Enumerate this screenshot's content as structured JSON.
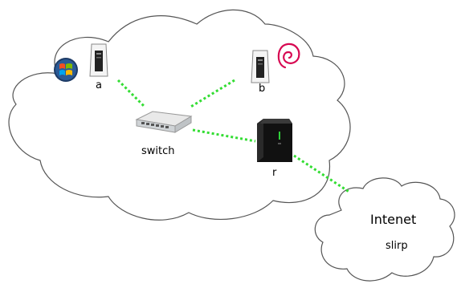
{
  "nodes": {
    "a": {
      "label": "a",
      "os_icon": "windows-logo-icon",
      "device_icon": "desktop-tower-icon"
    },
    "b": {
      "label": "b",
      "os_icon": "debian-swirl-icon",
      "device_icon": "desktop-tower-icon"
    },
    "switch": {
      "label": "switch",
      "device_icon": "network-switch-icon"
    },
    "r": {
      "label": "r",
      "device_icon": "server-tower-icon"
    }
  },
  "clouds": {
    "lan": {
      "icon": "cloud-shape"
    },
    "internet": {
      "title": "Intenet",
      "subtitle": "slirp",
      "icon": "cloud-shape"
    }
  },
  "links": [
    {
      "from": "a",
      "to": "switch"
    },
    {
      "from": "b",
      "to": "switch"
    },
    {
      "from": "switch",
      "to": "r"
    },
    {
      "from": "r",
      "to": "internet"
    }
  ],
  "colors": {
    "link": "#33dd33",
    "cloud_stroke": "#555555",
    "cloud_fill": "#ffffff",
    "debian_red": "#d70751"
  }
}
